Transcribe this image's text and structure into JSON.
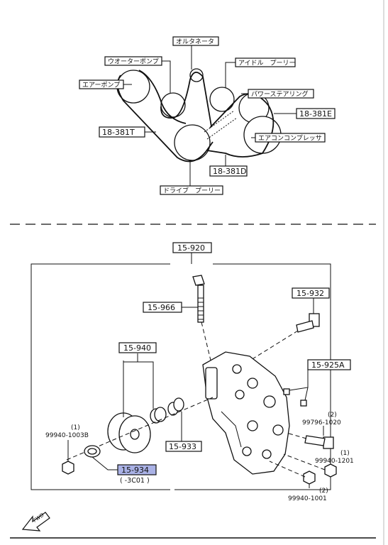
{
  "belt_diagram": {
    "labels": {
      "alternator": "オルタネータ",
      "water_pump": "ウオーターポンプ",
      "idle_pulley": "アイドル　プーリー",
      "air_pump": "エアーポンプ",
      "power_steering": "パワーステアリング",
      "ac_compressor": "エアコンコンプレッサ",
      "drive_pulley": "ドライブ　プーリー"
    },
    "part_numbers": {
      "belt_e": "18-381E",
      "belt_t": "18-381T",
      "belt_d": "18-381D"
    }
  },
  "assembly": {
    "parts": {
      "p15920": "15-920",
      "p15966": "15-966",
      "p15932": "15-932",
      "p15940": "15-940",
      "p15925a": "15-925A",
      "p15933": "15-933",
      "p15934": "15-934",
      "p15934_suffix": "( -3C01 )",
      "bolt_99796_qty": "(2)",
      "bolt_99796": "99796-1020",
      "nut_99940_1003b_qty": "(1)",
      "nut_99940_1003b": "99940-1003B",
      "nut_99940_1201_qty": "(1)",
      "nut_99940_1201": "99940-1201",
      "nut_99940_1001_qty": "(2)",
      "nut_99940_1001": "99940-1001"
    },
    "highlight_color": "#aab2e6"
  },
  "fwd_label": "FWD"
}
